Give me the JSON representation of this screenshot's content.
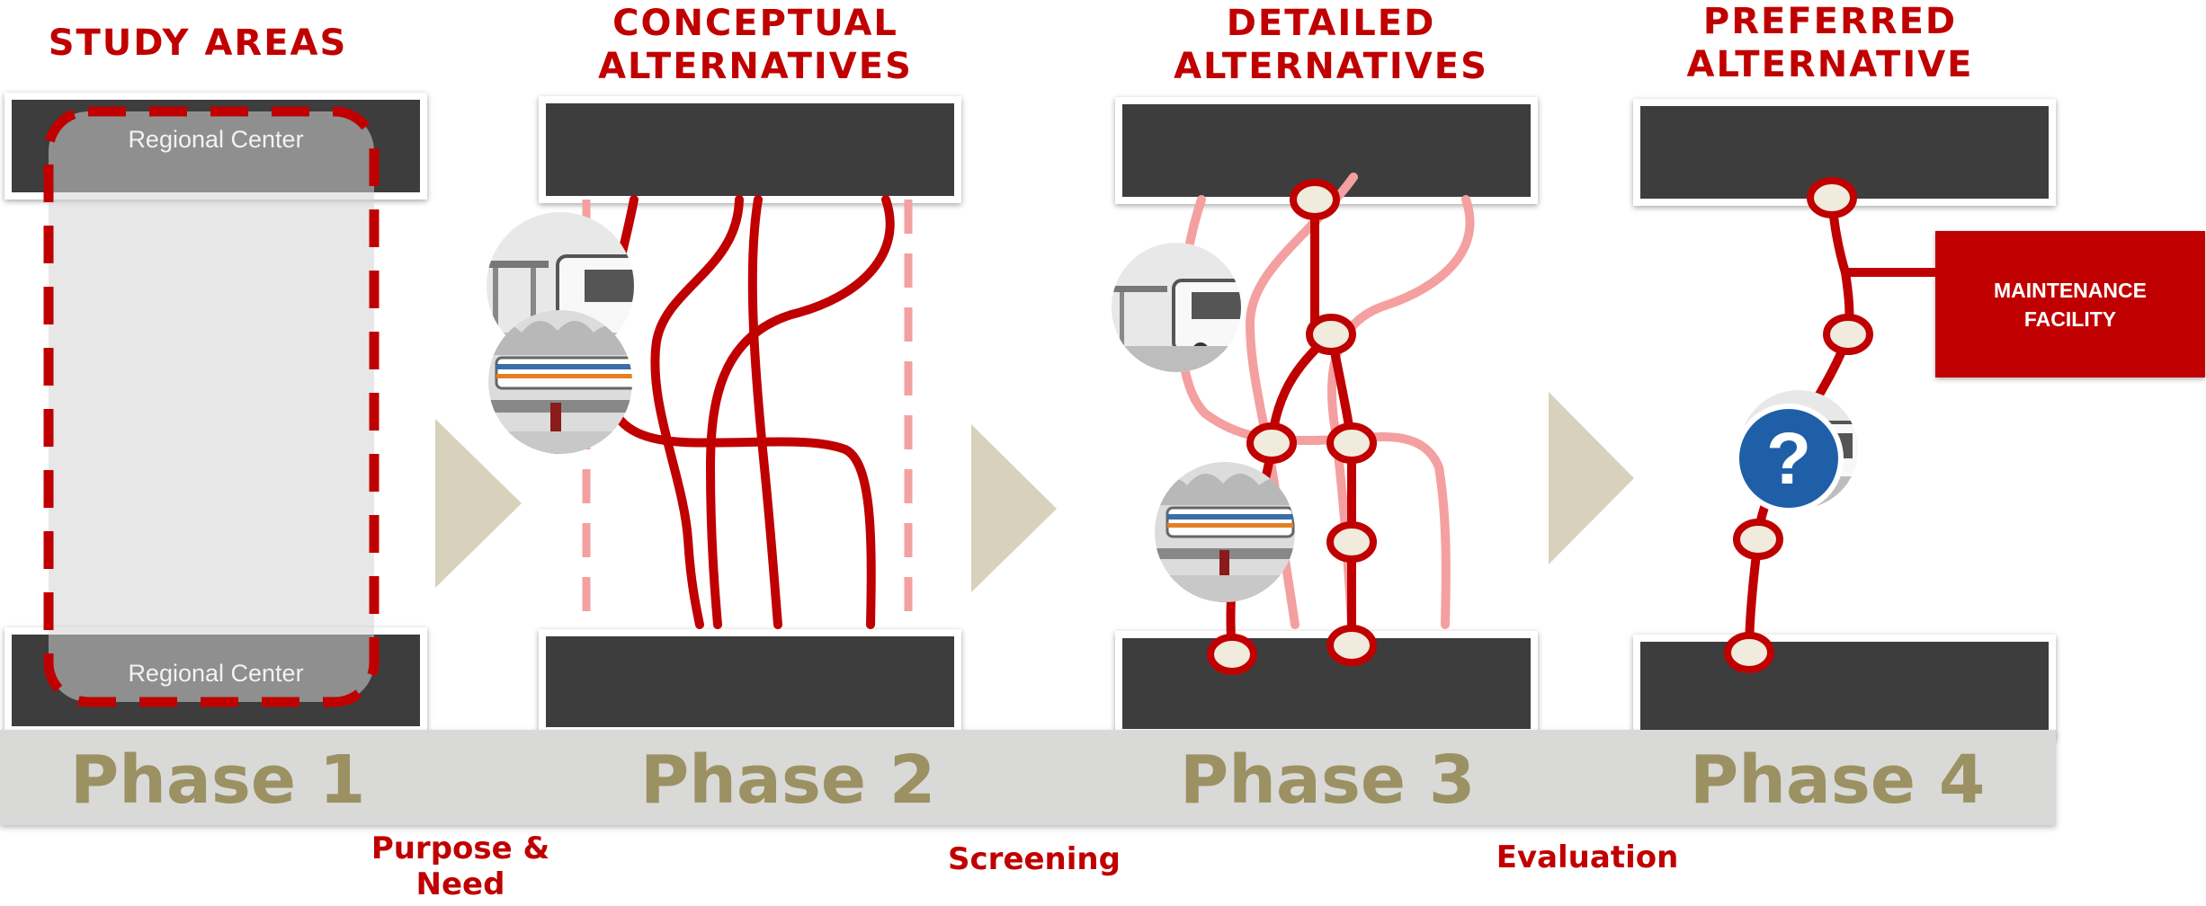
{
  "headings": {
    "study_areas": "STUDY AREAS",
    "conceptual": "CONCEPTUAL ALTERNATIVES",
    "detailed": "DETAILED ALTERNATIVES",
    "preferred": "PREFERRED ALTERNATIVE"
  },
  "regional_center_top": "Regional Center",
  "regional_center_bottom": "Regional Center",
  "phases": [
    "Phase 1",
    "Phase 2",
    "Phase 3",
    "Phase 4"
  ],
  "steps": {
    "purpose_need": "Purpose & Need",
    "screening": "Screening",
    "evaluation": "Evaluation"
  },
  "maintenance_facility": "MAINTENANCE FACILITY",
  "unknown_mode_symbol": "?",
  "colors": {
    "red": "#c00000",
    "light_red": "#f4a0a0",
    "block": "#3d3d3d",
    "phase_text": "#9b9162",
    "arrow": "#d8d2bd",
    "band": "#d9d9d7",
    "station_fill": "#f0ebdc",
    "question_blue": "#1f5fa8"
  },
  "icons": [
    "bus-icon",
    "rail-icon",
    "question-mark-icon",
    "arrow-right-icon"
  ]
}
